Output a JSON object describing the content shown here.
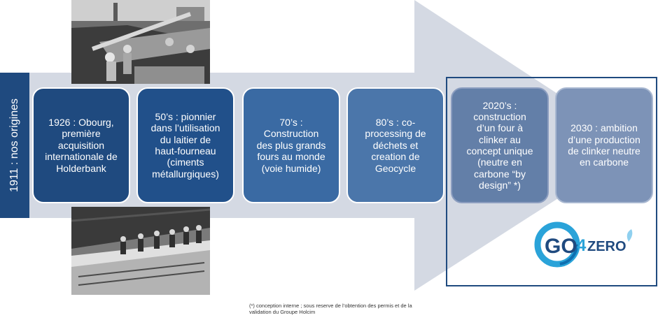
{
  "sidebar_label": "1911 : nos origines",
  "milestones": [
    {
      "text": "1926 : Obourg,\npremière\nacquisition\ninternationale de\nHolderbank"
    },
    {
      "text": "50’s : pionnier\ndans l’utilisation\ndu laitier de\nhaut-fourneau\n(ciments\nmétallurgiques)"
    },
    {
      "text": "70’s :\nConstruction\ndes plus grands\nfours au monde\n(voie humide)"
    },
    {
      "text": "80’s : co-\nprocessing de\ndéchets et\ncreation de\nGeocycle"
    },
    {
      "text": "2020’s :\nconstruction\nd’un four à\nclinker au\nconcept unique\n(neutre en\ncarbone “by\ndesign” *)"
    },
    {
      "text": "2030 : ambition\nd’une production\nde clinker neutre\nen carbone"
    }
  ],
  "logo": {
    "go": "GO",
    "four": "4",
    "zero": "ZERO"
  },
  "photos": {
    "top": "archive-photo-workers-barge",
    "bottom": "archive-photo-factory-workers"
  },
  "footnote": "(*) conception interne ; sous reserve de l’obtention des permis et de la\nvalidation du Groupe Holcim",
  "colors": {
    "dark_blue": "#1f4a7f",
    "arrow_grey": "#d4d9e3",
    "accent_cyan": "#2aa3d9"
  }
}
